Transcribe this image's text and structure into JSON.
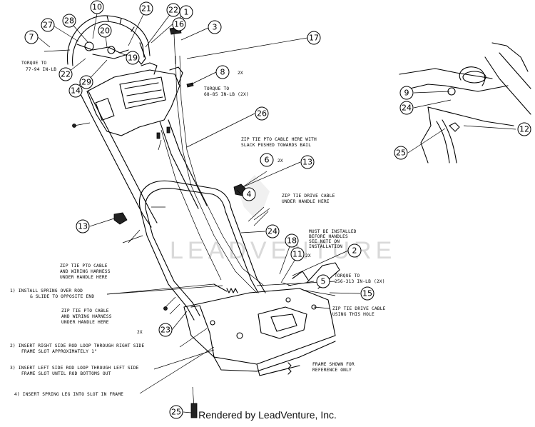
{
  "callouts": [
    {
      "label": "10"
    },
    {
      "label": "21"
    },
    {
      "label": "22"
    },
    {
      "label": "1"
    },
    {
      "label": "27"
    },
    {
      "label": "28"
    },
    {
      "label": "20"
    },
    {
      "label": "16"
    },
    {
      "label": "3"
    },
    {
      "label": "7"
    },
    {
      "label": "19"
    },
    {
      "label": "22"
    },
    {
      "label": "14"
    },
    {
      "label": "29"
    },
    {
      "label": "17"
    },
    {
      "label": "8"
    },
    {
      "label": "26"
    },
    {
      "label": "6"
    },
    {
      "label": "13"
    },
    {
      "label": "4"
    },
    {
      "label": "13"
    },
    {
      "label": "24"
    },
    {
      "label": "18"
    },
    {
      "label": "11"
    },
    {
      "label": "2"
    },
    {
      "label": "5"
    },
    {
      "label": "15"
    },
    {
      "label": "23"
    },
    {
      "label": "25"
    },
    {
      "label": "9"
    },
    {
      "label": "24"
    },
    {
      "label": "12"
    },
    {
      "label": "25"
    }
  ],
  "notes": {
    "torque_handle_1": "TORQUE TO",
    "torque_handle_2": "77-94 IN-LB",
    "qty_2x_a": "2X",
    "torque_8_1": "TORQUE TO",
    "torque_8_2": "68-85 IN-LB (2X)",
    "zip_pto_1": "ZIP TIE PTO CABLE HERE WITH",
    "zip_pto_2": "SLACK PUSHED TOWARDS BAIL",
    "qty_2x_b": "2X",
    "zip_drive_1": "ZIP TIE DRIVE CABLE",
    "zip_drive_2": "UNDER HANDLE HERE",
    "must_1": "MUST BE INSTALLED",
    "must_2": "BEFORE HANDLES",
    "must_3": "SEE NOTE ON",
    "must_4": "INSTALLATION",
    "zip_pto_left_1": "ZIP TIE PTO CABLE",
    "zip_pto_left_2": "AND WIRING HARNESS",
    "zip_pto_left_3": "UNDER HANDLE HERE",
    "qty_2x_c": "2X",
    "torque_5_1": "TORQUE TO",
    "torque_5_2": "256-313 IN-LB (2X)",
    "step1_1": "1) INSTALL SPRING OVER ROD",
    "step1_2": "& SLIDE TO OPPOSITE END",
    "zip_pto_lower_1": "ZIP TIE PTO CABLE",
    "zip_pto_lower_2": "AND WIRING HARNESS",
    "zip_pto_lower_3": "UNDER HANDLE HERE",
    "zip_drive_hole_1": "ZIP TIE DRIVE CABLE",
    "zip_drive_hole_2": "USING THIS HOLE",
    "qty_2x_d": "2X",
    "step2_1": "2) INSERT RIGHT SIDE ROD LOOP THROUGH RIGHT SIDE",
    "step2_2": "FRAME SLOT APPROXIMATELY 1\"",
    "step3_1": "3) INSERT LEFT SIDE ROD LOOP THROUGH LEFT SIDE",
    "step3_2": "FRAME SLOT UNTIL ROD BOTTOMS OUT",
    "frame_1": "FRAME SHOWN FOR",
    "frame_2": "REFERENCE ONLY",
    "step4": "4) INSERT SPRING LEG INTO SLOT IN FRAME"
  },
  "watermark": "LEADVENTURE",
  "footer": "Rendered by LeadVenture, Inc."
}
